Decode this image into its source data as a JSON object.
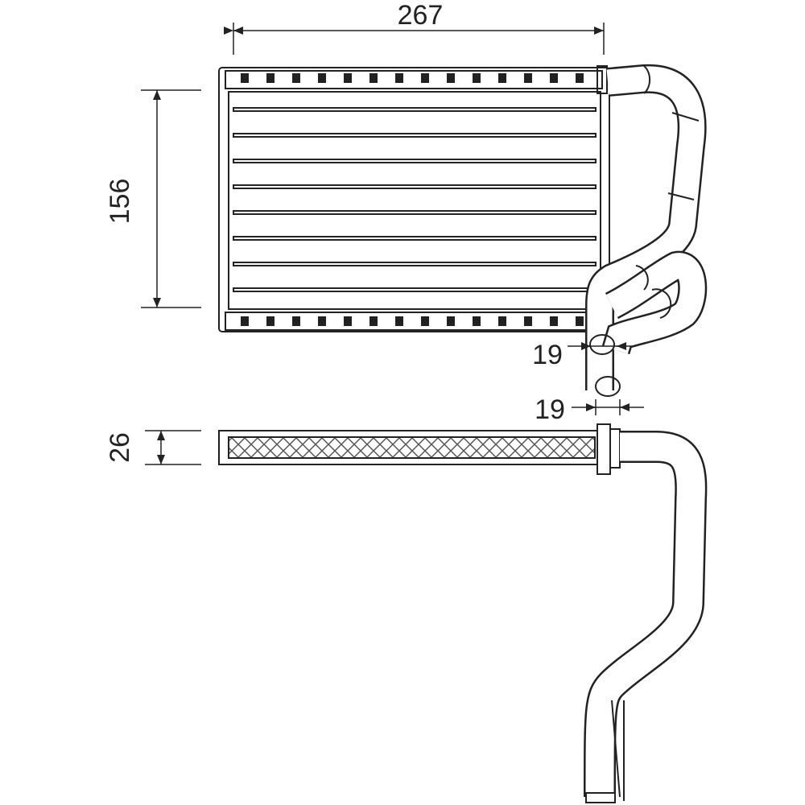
{
  "dimensions": {
    "width": "267",
    "height": "156",
    "inlet_diameter": "19",
    "outlet_diameter": "19",
    "depth": "26"
  },
  "colors": {
    "line": "#222222",
    "background": "#ffffff",
    "hatch": "#555555"
  }
}
